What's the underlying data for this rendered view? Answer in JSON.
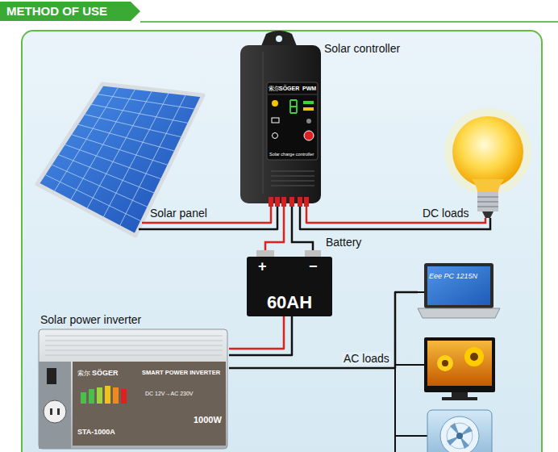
{
  "diagram": {
    "title": "METHOD OF USE",
    "nodes": [
      {
        "text": [
          "Solar panel"
        ]
      },
      {
        "text": [
          "Solar controller"
        ]
      },
      {
        "text": [
          "DC loads"
        ]
      },
      {
        "text": [
          "Battery",
          "60AH"
        ]
      },
      {
        "text": [
          "Solar power inverter"
        ]
      },
      {
        "text": [
          "Eee PC 1215N"
        ]
      }
    ],
    "edges": [
      {
        "from": 0,
        "to": 1,
        "arrow": "none"
      },
      {
        "from": 1,
        "to": 2,
        "arrow": "none"
      },
      {
        "from": 1,
        "to": 3,
        "arrow": "none"
      },
      {
        "from": 3,
        "to": 4,
        "arrow": "none"
      },
      {
        "from": 4,
        "to": 5,
        "label": "AC loads",
        "arrow": "none"
      }
    ],
    "labels": [
      "索尔",
      "SÖGER",
      "PWM",
      "Solar charge controller",
      "+",
      "−",
      "索尔",
      "SÖGER",
      "SMART POWER INVERTER",
      "DC 12V→AC 230V",
      "1000W",
      "STA-1000A"
    ]
  }
}
